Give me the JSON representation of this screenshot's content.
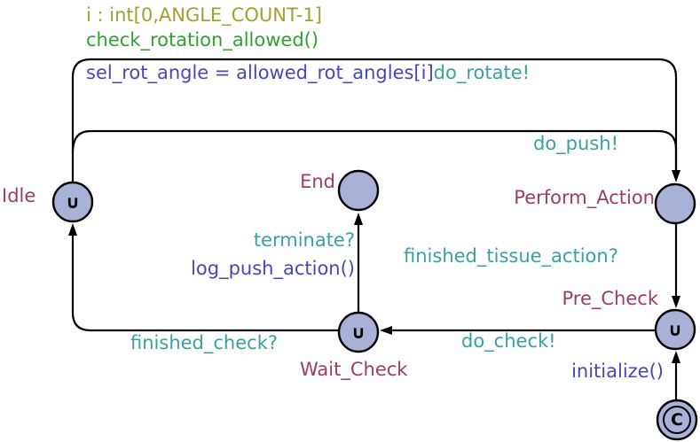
{
  "diagram": {
    "kind": "uppaal-timed-automaton",
    "colors": {
      "select": "#a0a032",
      "guard": "#32a132",
      "update": "#4747bb",
      "sync": "#3aa0a0",
      "location_name": "#9c3d66",
      "location_fill": "#a9b1d7",
      "edge_stroke": "#000000",
      "background": "#ffffff"
    },
    "locations": {
      "idle": {
        "name": "Idle",
        "marker": "∪"
      },
      "end": {
        "name": "End"
      },
      "perform_action": {
        "name": "Perform_Action"
      },
      "pre_check": {
        "name": "Pre_Check",
        "marker": "∪"
      },
      "wait_check": {
        "name": "Wait_Check",
        "marker": "∪"
      },
      "initial": {
        "marker": "C"
      }
    },
    "edge_labels": {
      "select": "i : int[0,ANGLE_COUNT-1]",
      "guard": "check_rotation_allowed()",
      "update_rotate": "sel_rot_angle = allowed_rot_angles[i]",
      "sync_rotate": "do_rotate!",
      "sync_push": "do_push!",
      "sync_finished_tissue": "finished_tissue_action?",
      "sync_terminate": "terminate?",
      "update_log": "log_push_action()",
      "sync_finished_check": "finished_check?",
      "sync_do_check": "do_check!",
      "update_initialize": "initialize()"
    }
  }
}
